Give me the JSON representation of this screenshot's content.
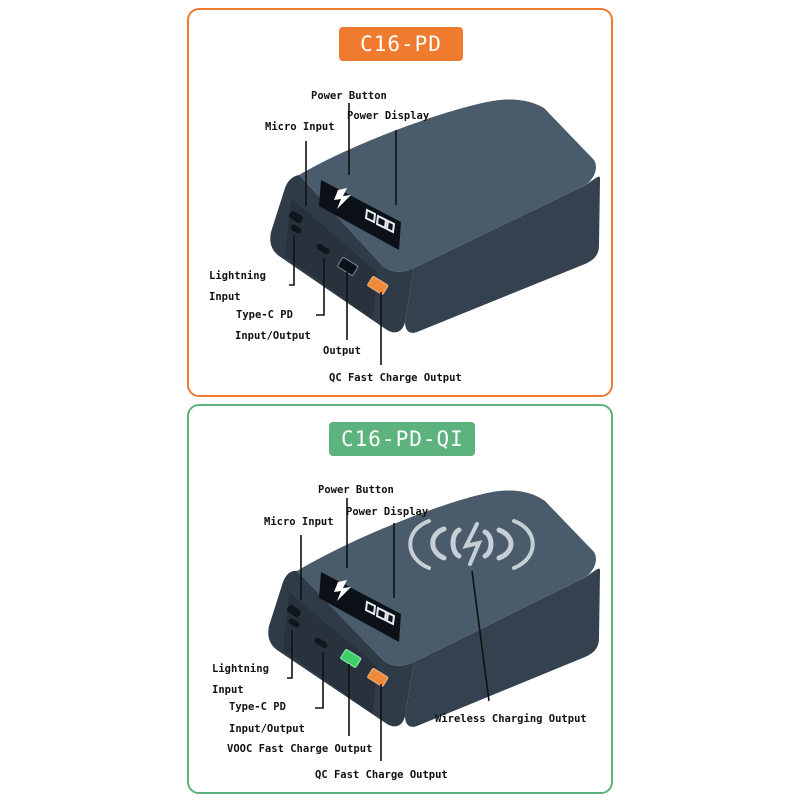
{
  "colors": {
    "top_accent": "#f07a2d",
    "bottom_accent": "#5cb37e",
    "device_body": "#3d4d5e",
    "pd_port": "#f08a3a",
    "vooc_port": "#3fcf6a"
  },
  "icons": {
    "lightning": "lightning-bolt-icon",
    "wireless": "wireless-charging-icon"
  },
  "panels": [
    {
      "model": "C16-PD",
      "labels": {
        "power_button": "Power Button",
        "power_display": "Power Display",
        "micro_input": "Micro Input",
        "lightning_input_line1": "Lightning",
        "lightning_input_line2": "Input",
        "typec_line1": "Type-C PD",
        "typec_line2": "Input/Output",
        "output": "Output",
        "qc_output": "QC Fast Charge Output"
      }
    },
    {
      "model": "C16-PD-QI",
      "labels": {
        "power_button": "Power Button",
        "power_display": "Power Display",
        "micro_input": "Micro Input",
        "lightning_input_line1": "Lightning",
        "lightning_input_line2": "Input",
        "typec_line1": "Type-C PD",
        "typec_line2": "Input/Output",
        "vooc_output": "VOOC Fast Charge Output",
        "qc_output": "QC Fast Charge Output",
        "wireless_output": "Wireless Charging Output"
      }
    }
  ]
}
